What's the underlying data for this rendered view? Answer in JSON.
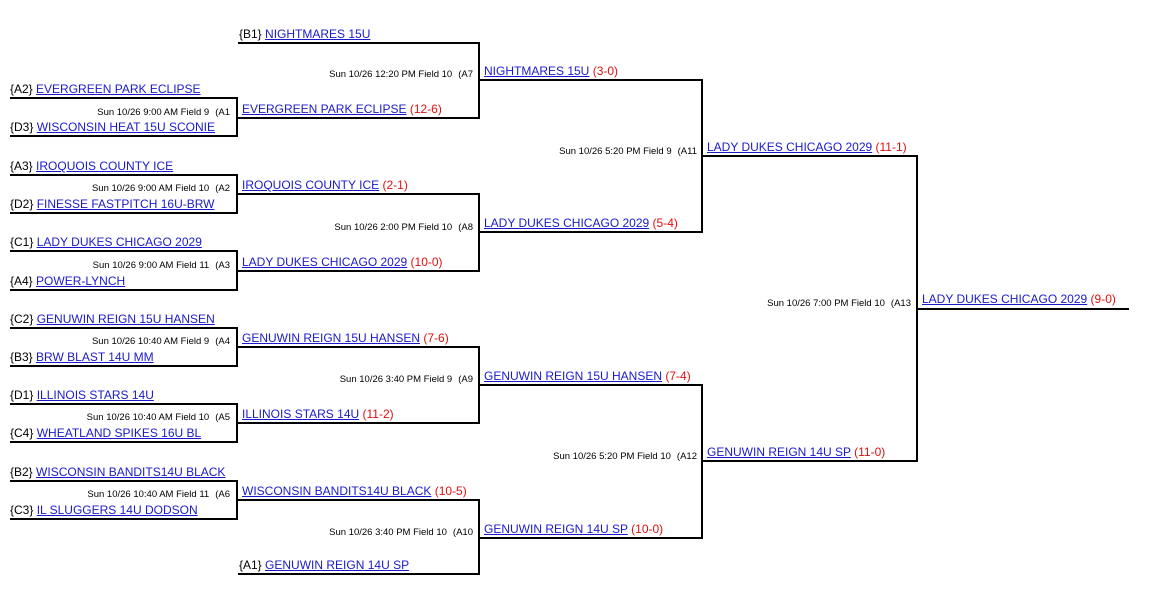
{
  "round1": [
    {
      "seed": "{A2}",
      "team": "EVERGREEN PARK ECLIPSE"
    },
    {
      "seed": "{D3}",
      "team": "WISCONSIN HEAT 15U SCONIE"
    },
    {
      "seed": "{A3}",
      "team": "IROQUOIS COUNTY ICE"
    },
    {
      "seed": "{D2}",
      "team": "FINESSE FASTPITCH 16U-BRW"
    },
    {
      "seed": "{C1}",
      "team": "LADY DUKES CHICAGO 2029"
    },
    {
      "seed": "{A4}",
      "team": "POWER-LYNCH"
    },
    {
      "seed": "{C2}",
      "team": "GENUWIN REIGN 15U HANSEN"
    },
    {
      "seed": "{B3}",
      "team": "BRW BLAST 14U MM"
    },
    {
      "seed": "{D1}",
      "team": "ILLINOIS STARS 14U"
    },
    {
      "seed": "{C4}",
      "team": "WHEATLAND SPIKES 16U BL"
    },
    {
      "seed": "{B2}",
      "team": "WISCONSIN BANDITS14U BLACK"
    },
    {
      "seed": "{C3}",
      "team": "IL SLUGGERS 14U DODSON"
    }
  ],
  "round1_games": [
    {
      "info": "Sun 10/26 9:00 AM Field 9",
      "id": "(A1"
    },
    {
      "info": "Sun 10/26 9:00 AM Field 10",
      "id": "(A2"
    },
    {
      "info": "Sun 10/26 9:00 AM Field 11",
      "id": "(A3"
    },
    {
      "info": "Sun 10/26 10:40 AM Field 9",
      "id": "(A4"
    },
    {
      "info": "Sun 10/26 10:40 AM Field 10",
      "id": "(A5"
    },
    {
      "info": "Sun 10/26 10:40 AM Field 11",
      "id": "(A6"
    }
  ],
  "round2": [
    {
      "seed": "{B1}",
      "team": "NIGHTMARES 15U",
      "score": ""
    },
    {
      "seed": "",
      "team": "EVERGREEN PARK ECLIPSE",
      "score": "(12-6)"
    },
    {
      "seed": "",
      "team": "IROQUOIS COUNTY ICE",
      "score": "(2-1)"
    },
    {
      "seed": "",
      "team": "LADY DUKES CHICAGO 2029",
      "score": "(10-0)"
    },
    {
      "seed": "",
      "team": "GENUWIN REIGN 15U HANSEN",
      "score": "(7-6)"
    },
    {
      "seed": "",
      "team": "ILLINOIS STARS 14U",
      "score": "(11-2)"
    },
    {
      "seed": "",
      "team": "WISCONSIN BANDITS14U BLACK",
      "score": "(10-5)"
    },
    {
      "seed": "{A1}",
      "team": "GENUWIN REIGN 14U SP",
      "score": ""
    }
  ],
  "round2_games": [
    {
      "info": "Sun 10/26 12:20 PM Field 10",
      "id": "(A7"
    },
    {
      "info": "Sun 10/26 2:00 PM Field 10",
      "id": "(A8"
    },
    {
      "info": "Sun 10/26 3:40 PM Field 9",
      "id": "(A9"
    },
    {
      "info": "Sun 10/26 3:40 PM Field 10",
      "id": "(A10"
    }
  ],
  "round3": [
    {
      "team": "NIGHTMARES 15U",
      "score": "(3-0)"
    },
    {
      "team": "LADY DUKES CHICAGO 2029",
      "score": "(5-4)"
    },
    {
      "team": "GENUWIN REIGN 15U HANSEN",
      "score": "(7-4)"
    },
    {
      "team": "GENUWIN REIGN 14U SP",
      "score": "(10-0)"
    }
  ],
  "round3_games": [
    {
      "info": "Sun 10/26 5:20 PM Field 9",
      "id": "(A11"
    },
    {
      "info": "Sun 10/26 5:20 PM Field 10",
      "id": "(A12"
    }
  ],
  "round4": [
    {
      "team": "LADY DUKES CHICAGO 2029",
      "score": "(11-1)"
    },
    {
      "team": "GENUWIN REIGN 14U SP",
      "score": "(11-0)"
    }
  ],
  "round4_games": [
    {
      "info": "Sun 10/26 7:00 PM Field 10",
      "id": "(A13"
    }
  ],
  "champion": {
    "team": "LADY DUKES CHICAGO 2029",
    "score": "(9-0)"
  }
}
